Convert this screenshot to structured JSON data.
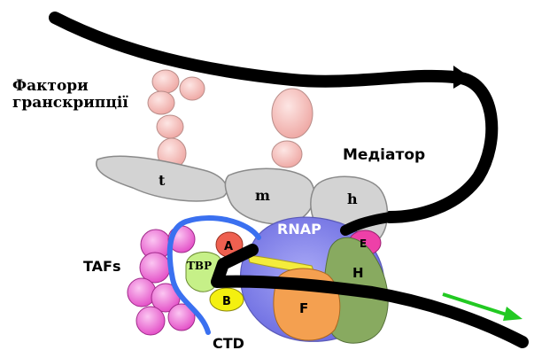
{
  "labels": {
    "transcription_factors_line1": "Фактори",
    "transcription_factors_line2": "гранскрипції",
    "mediator": "Медіатор",
    "mediator_t": "t",
    "mediator_m": "m",
    "mediator_h": "h",
    "rnap": "RNAP",
    "tafs": "TAFs",
    "tbp": "TBP",
    "factor_a": "A",
    "factor_b": "B",
    "factor_e": "E",
    "factor_h": "H",
    "factor_f": "F",
    "ctd": "CTD"
  },
  "colors": {
    "dna": "#000000",
    "transcription_factor": "#f4b8b4",
    "mediator": "#d4d4d4",
    "rnap": "#8080ee",
    "taf": "#f070d8",
    "tbp": "#c6f088",
    "factor_a": "#ee6050",
    "factor_b": "#f4f010",
    "factor_e": "#ee40a8",
    "factor_h": "#88aa60",
    "factor_f": "#f4a050",
    "ctd_tail": "#3a70f0",
    "rnap_strand": "#f8f040",
    "direction_arrow": "#22c922"
  }
}
